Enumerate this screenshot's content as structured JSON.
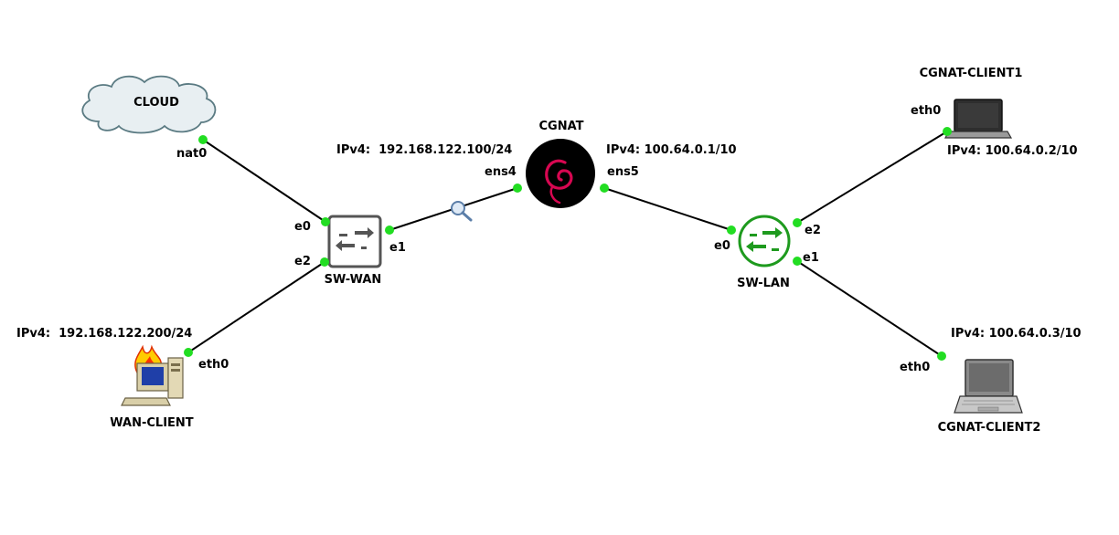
{
  "nodes": {
    "cloud": {
      "name": "CLOUD",
      "iface": "nat0"
    },
    "sw_wan": {
      "name": "SW-WAN",
      "iface_e0": "e0",
      "iface_e1": "e1",
      "iface_e2": "e2"
    },
    "cgnat": {
      "name": "CGNAT",
      "iface_ens4": "ens4",
      "iface_ens5": "ens5",
      "ip_left": "IPv4:  192.168.122.100/24",
      "ip_right": "IPv4: 100.64.0.1/10"
    },
    "sw_lan": {
      "name": "SW-LAN",
      "iface_e0": "e0",
      "iface_e1": "e1",
      "iface_e2": "e2"
    },
    "wan_client": {
      "name": "WAN-CLIENT",
      "iface": "eth0",
      "ip": "IPv4:  192.168.122.200/24"
    },
    "cgnat_client1": {
      "name": "CGNAT-CLIENT1",
      "iface": "eth0",
      "ip": "IPv4: 100.64.0.2/10"
    },
    "cgnat_client2": {
      "name": "CGNAT-CLIENT2",
      "iface": "eth0",
      "ip": "IPv4: 100.64.0.3/10"
    }
  },
  "colors": {
    "link_dot": "#22dd22",
    "debian_red": "#d70751",
    "switch_lan_green": "#1e9a1e",
    "switch_wan_gray": "#555555"
  },
  "icons": {
    "cloud": "cloud-icon",
    "sw_wan": "ethernet-switch-icon",
    "cgnat": "debian-logo-icon",
    "sw_lan": "ethernet-switch-green-icon",
    "wan_client": "computer-firewall-icon",
    "clients": "laptop-icon",
    "capture": "packet-capture-magnifier-icon"
  }
}
